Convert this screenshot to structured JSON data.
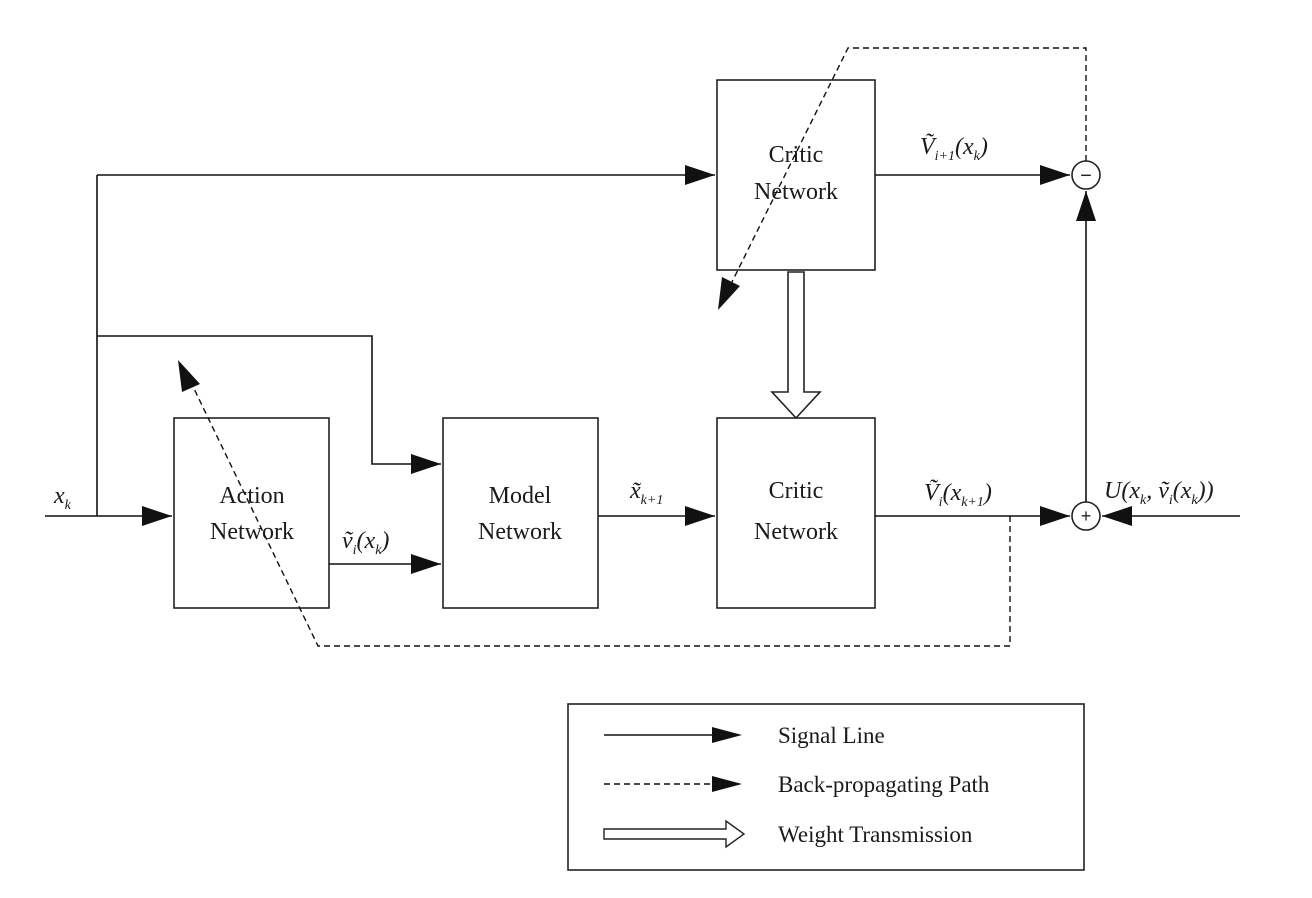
{
  "blocks": {
    "critic_top": {
      "line1": "Critic",
      "line2": "Network"
    },
    "critic_bottom": {
      "line1": "Critic",
      "line2": "Network"
    },
    "action": {
      "line1": "Action",
      "line2": "Network"
    },
    "model": {
      "line1": "Model",
      "line2": "Network"
    }
  },
  "signals": {
    "xk": {
      "base": "x",
      "sub": "k"
    },
    "v_action": {
      "base": "ṽ",
      "sub": "i",
      "arg_base": "x",
      "arg_sub": "k"
    },
    "x_next": {
      "base": "x̃",
      "sub": "k+1"
    },
    "V_next": {
      "base": "Ṽ",
      "sub": "i+1",
      "arg_base": "x",
      "arg_sub": "k"
    },
    "V_i": {
      "base": "Ṽ",
      "sub": "i",
      "arg_base": "x",
      "arg_sub": "k+1"
    },
    "utility": {
      "prefix": "U",
      "a": "x",
      "a_sub": "k",
      "b": "ṽ",
      "b_sub": "i",
      "c": "x",
      "c_sub": "k"
    }
  },
  "junctions": {
    "top": "−",
    "bottom": "+"
  },
  "legend": {
    "signal_line": "Signal Line",
    "backprop_path": "Back-propagating Path",
    "weight_transmission": "Weight Transmission"
  }
}
